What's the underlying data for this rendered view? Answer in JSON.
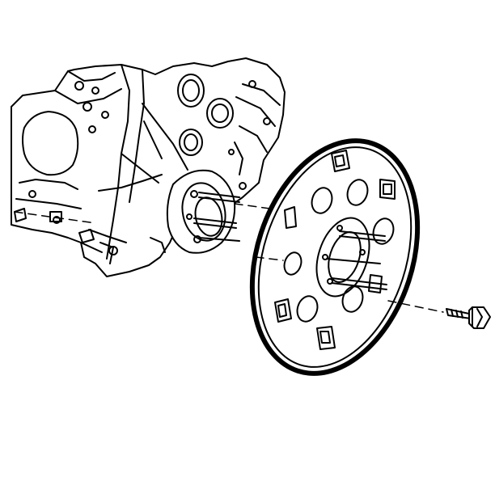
{
  "illustration": {
    "parts": [
      "engine-block",
      "crankshaft-flange",
      "flexplate",
      "flexplate-bolt"
    ],
    "background_color": "#ffffff",
    "ink_color": "#000000"
  }
}
